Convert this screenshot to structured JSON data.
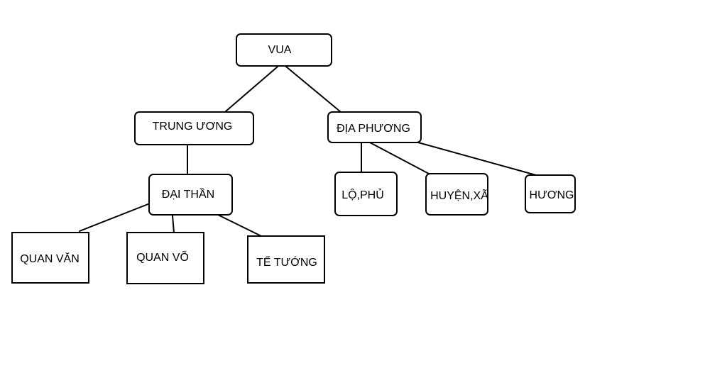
{
  "nodes": {
    "vua": "VUA",
    "trung_uong": "TRUNG ƯƠNG",
    "dia_phuong": "ĐỊA PHƯƠNG",
    "dai_than": "ĐẠI THẦN",
    "lo_phu": "LỘ,PHỦ",
    "huyen_xa": "HUYỆN,XÃ",
    "huong": "HƯƠNG",
    "quan_van": "QUAN VĂN",
    "quan_vo": "QUAN VÕ",
    "te_tuong": "TỂ TƯỚNG"
  }
}
